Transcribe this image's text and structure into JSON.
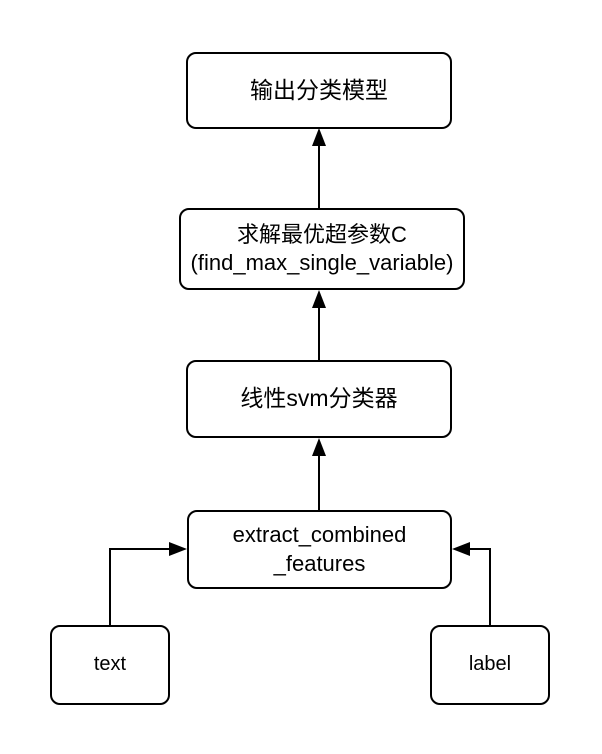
{
  "diagram": {
    "title": "SVM text classification pipeline flowchart",
    "background_color": "#ffffff",
    "stroke_color": "#000000",
    "nodes": [
      {
        "id": "output_model",
        "label": "输出分类模型"
      },
      {
        "id": "solve_c",
        "line1": "求解最优超参数C",
        "line2": "(find_max_single_variable)"
      },
      {
        "id": "linear_svm",
        "label": "线性svm分类器"
      },
      {
        "id": "extract",
        "line1": "extract_combined",
        "line2": "_features"
      },
      {
        "id": "text_input",
        "label": "text"
      },
      {
        "id": "label_input",
        "label": "label"
      }
    ],
    "edges": [
      {
        "from": "solve_c",
        "to": "output_model",
        "direction": "up"
      },
      {
        "from": "linear_svm",
        "to": "solve_c",
        "direction": "up"
      },
      {
        "from": "extract",
        "to": "linear_svm",
        "direction": "up"
      },
      {
        "from": "text_input",
        "to": "extract",
        "direction": "up-right"
      },
      {
        "from": "label_input",
        "to": "extract",
        "direction": "up-left"
      }
    ]
  }
}
